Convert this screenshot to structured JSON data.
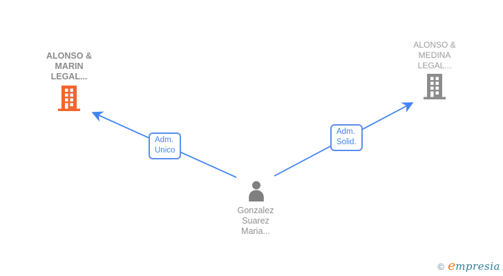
{
  "diagram": {
    "nodes": {
      "company_left": {
        "line1": "ALONSO &",
        "line2": "MARIN",
        "line3": "LEGAL...",
        "icon": "building-icon",
        "icon_color": "#F4642D",
        "highlighted": true
      },
      "company_right": {
        "line1": "ALONSO &",
        "line2": "MEDINA",
        "line3": "LEGAL...",
        "icon": "building-icon",
        "icon_color": "#8C8C8C",
        "highlighted": false
      },
      "person": {
        "line1": "Gonzalez",
        "line2": "Suarez",
        "line3": "Maria...",
        "icon": "person-icon",
        "icon_color": "#7F7F7F"
      }
    },
    "edges": [
      {
        "from": "person",
        "to": "company_left",
        "label_line1": "Adm.",
        "label_line2": "Unico"
      },
      {
        "from": "person",
        "to": "company_right",
        "label_line1": "Adm.",
        "label_line2": "Solid."
      }
    ],
    "colors": {
      "edge_blue": "#4285F4",
      "active_orange": "#F4642D",
      "neutral_gray": "#8C8C8C",
      "text_gray": "#8A8A8A"
    }
  },
  "watermark": {
    "copyright": "©",
    "brand_first_letter": "e",
    "brand_rest": "mpresia"
  }
}
